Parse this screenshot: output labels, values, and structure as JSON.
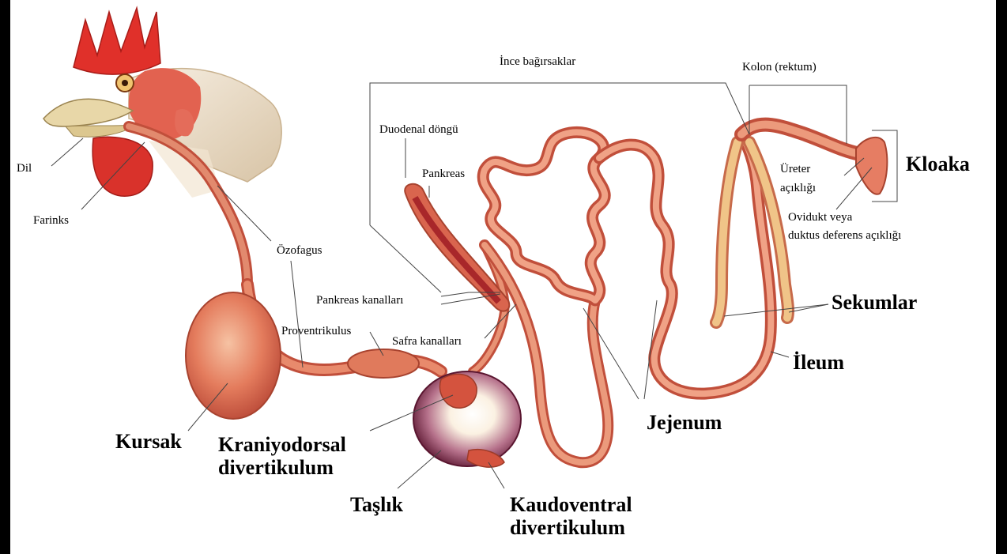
{
  "labels": {
    "dil": "Dil",
    "farinks": "Farinks",
    "ozofagus": "Özofagus",
    "proventrikulus": "Proventrikulus",
    "pankreas_kanallari": "Pankreas kanalları",
    "safra_kanallari": "Safra kanalları",
    "duodenal_dongu": "Duodenal döngü",
    "pankreas": "Pankreas",
    "ince_bagirsaklar": "İnce bağırsaklar",
    "kolon": "Kolon (rektum)",
    "ureter_1": "Üreter",
    "ureter_2": "açıklığı",
    "ovidukt_1": "Ovidukt veya",
    "ovidukt_2": "duktus deferens açıklığı",
    "kloaka": "Kloaka",
    "sekumlar": "Sekumlar",
    "ileum": "İleum",
    "jejenum": "Jejenum",
    "kursak": "Kursak",
    "kraniyodorsal_1": "Kraniyodorsal",
    "kraniyodorsal_2": "divertikulum",
    "taslik": "Taşlık",
    "kaudoventral_1": "Kaudoventral",
    "kaudoventral_2": "divertikulum"
  }
}
